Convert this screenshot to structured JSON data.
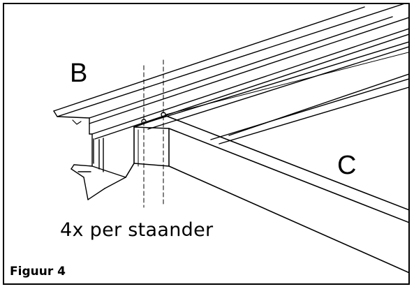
{
  "figure": {
    "label_b": "B",
    "label_c": "C",
    "note": "4x per staander",
    "caption": "Figuur 4"
  },
  "colors": {
    "stroke": "#000000",
    "background": "#ffffff"
  }
}
